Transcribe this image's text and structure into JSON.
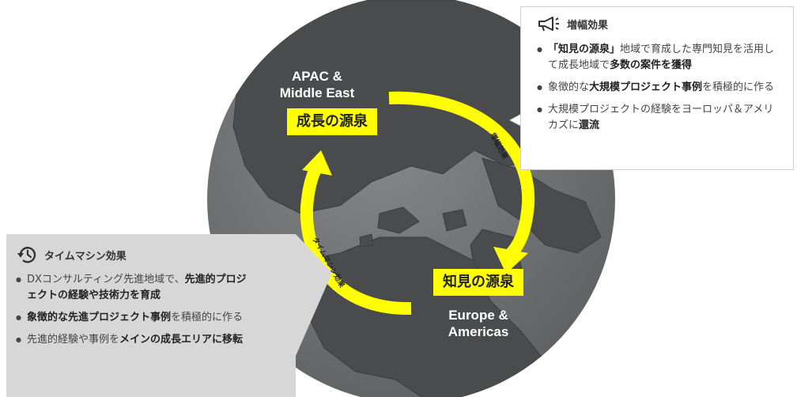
{
  "globe": {
    "region_top": "APAC &\nMiddle East",
    "region_bottom": "Europe &\nAmericas",
    "source_top": "成長の源泉",
    "source_bottom": "知見の源泉",
    "arrow_right_label": "増幅効果",
    "arrow_left_label": "タイムマシン効果",
    "colors": {
      "globe": "#4e4f51",
      "ocean": "#76787a",
      "arrow": "#ffff00"
    }
  },
  "callout_right": {
    "icon": "megaphone-icon",
    "title": "増幅効果",
    "items": [
      [
        {
          "t": "「知見の源泉」",
          "b": true
        },
        {
          "t": "地域で育成した専門知見を活用して成長地域で",
          "b": false
        },
        {
          "t": "多数の案件を獲得",
          "b": true
        }
      ],
      [
        {
          "t": "象徴的な",
          "b": false
        },
        {
          "t": "大規模プロジェクト事例",
          "b": true
        },
        {
          "t": "を積極的に作る",
          "b": false
        }
      ],
      [
        {
          "t": "大規模プロジェクトの経験をヨーロッパ＆アメリカズに",
          "b": false
        },
        {
          "t": "還流",
          "b": true
        }
      ]
    ]
  },
  "callout_left": {
    "icon": "history-clock-icon",
    "title": "タイムマシン効果",
    "items": [
      [
        {
          "t": "DXコンサルティング先進地域で、",
          "b": false
        },
        {
          "t": "先進的プロジェクトの経験や技術力を育成",
          "b": true
        }
      ],
      [
        {
          "t": "象徴的な先進プロジェクト事例",
          "b": true
        },
        {
          "t": "を積極的に作る",
          "b": false
        }
      ],
      [
        {
          "t": "先進的経験や事例を",
          "b": false
        },
        {
          "t": "メインの成長エリアに移転",
          "b": true
        }
      ]
    ]
  }
}
